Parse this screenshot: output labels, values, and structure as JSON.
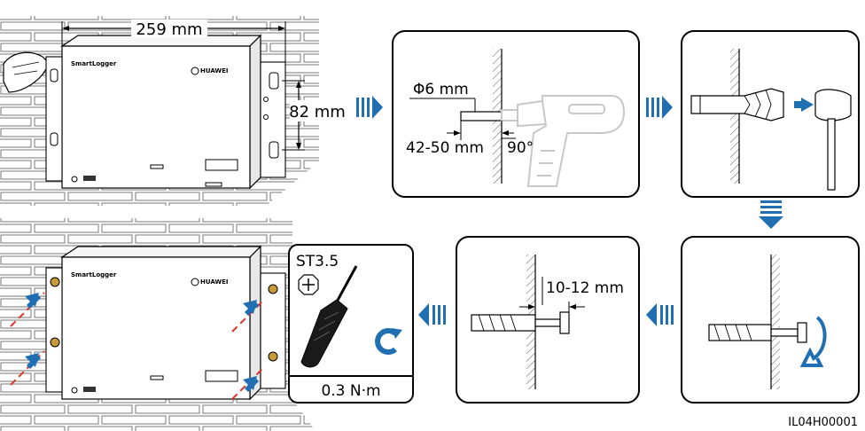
{
  "brand": {
    "product_name": "SmartLogger",
    "logo_text": "HUAWEI"
  },
  "step1": {
    "width_label": "259 mm",
    "height_label": "82 mm"
  },
  "step2": {
    "diameter_label": "Φ6 mm",
    "depth_label": "42-50 mm",
    "angle_label": "90°"
  },
  "step5": {
    "gap_label": "10-12 mm"
  },
  "screw_panel": {
    "screw_type": "ST3.5",
    "torque": "0.3 N·m"
  },
  "figure_code": "IL04H00001",
  "colors": {
    "accent_blue": "#1f6fb2",
    "drill_hole_red": "#d9342b",
    "outline": "#000000",
    "drill_gray": "#c8c8c8"
  }
}
